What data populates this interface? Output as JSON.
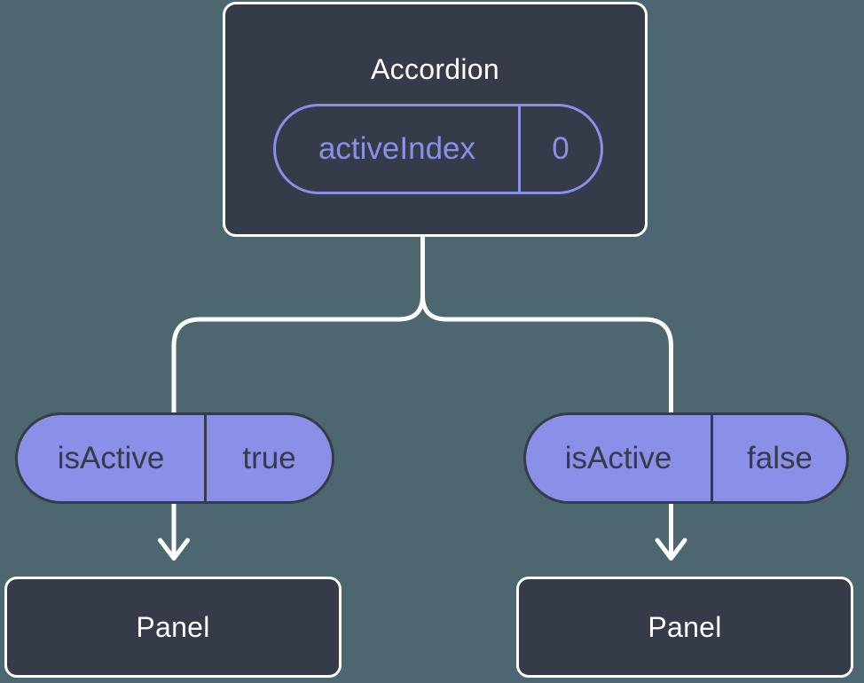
{
  "diagram": {
    "root": {
      "title": "Accordion",
      "state": {
        "name": "activeIndex",
        "value": "0"
      }
    },
    "children": [
      {
        "prop": {
          "name": "isActive",
          "value": "true"
        },
        "node": "Panel"
      },
      {
        "prop": {
          "name": "isActive",
          "value": "false"
        },
        "node": "Panel"
      }
    ],
    "colors": {
      "background": "#4d6771",
      "node_fill": "#353b48",
      "node_border": "#ffffff",
      "pill_fill": "#8a8fe8",
      "pill_outline": "#8a90e8",
      "pill_text_dark": "#363b47",
      "connector": "#ffffff"
    }
  }
}
